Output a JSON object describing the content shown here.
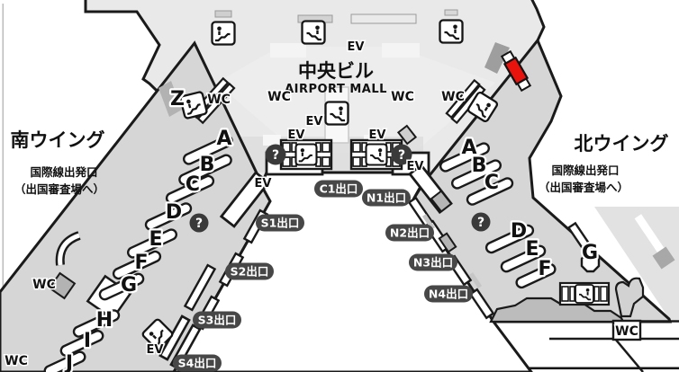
{
  "map": {
    "central": {
      "title": "中央ビル",
      "subtitle": "AIRPORT MALL"
    },
    "south_wing": {
      "name": "南ウイング",
      "departure_line1": "国際線出発口",
      "departure_line2": "（出国審査場へ）",
      "gates": [
        "Z",
        "A",
        "B",
        "C",
        "D",
        "E",
        "F",
        "G",
        "H",
        "I",
        "J"
      ]
    },
    "north_wing": {
      "name": "北ウイング",
      "departure_line1": "国際線出発口",
      "departure_line2": "（出国審査場へ）",
      "gates": [
        "A",
        "B",
        "C",
        "D",
        "E",
        "F",
        "G"
      ]
    },
    "exits": {
      "south": [
        "S1出口",
        "S2出口",
        "S3出口",
        "S4出口"
      ],
      "central": "C1出口",
      "north": [
        "N1出口",
        "N2出口",
        "N3出口",
        "N4出口"
      ]
    },
    "facility_labels": {
      "wc": "WC",
      "elevator": "EV",
      "information": "?"
    }
  },
  "colors": {
    "building-light": "#e9e9e9",
    "wing-gray": "#d6d6d6",
    "dark-band": "#bcbcbc",
    "outline": "#1a1a1a",
    "pill-bg": "#474747",
    "pill-text": "#ffffff",
    "info-bg": "#3a3a3a",
    "marker-red": "#e8130d"
  }
}
